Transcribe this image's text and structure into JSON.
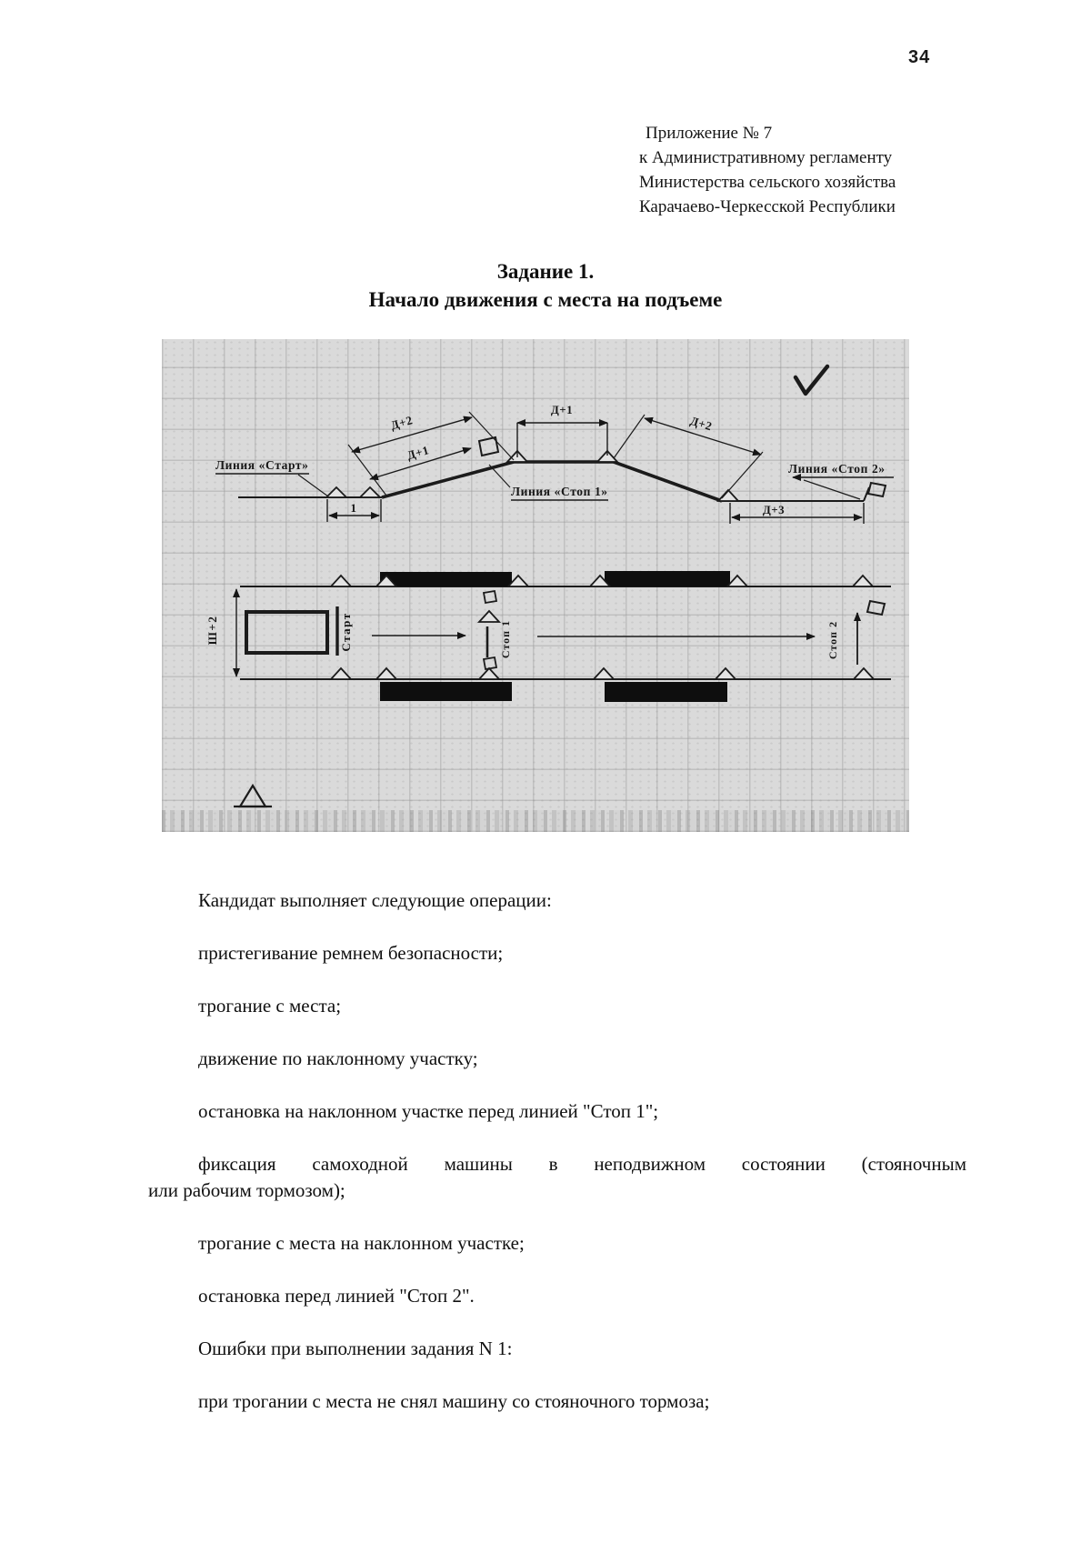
{
  "page": {
    "number": "34"
  },
  "header": {
    "lines": [
      "Приложение № 7",
      "к Административному регламенту",
      "Министерства сельского хозяйства",
      "Карачаево-Черкесской Республики"
    ]
  },
  "title": {
    "line1": "Задание 1.",
    "line2": "Начало движения с места на подъеме"
  },
  "diagram": {
    "description": "Схема упражнения: профиль и план эстакады (начало движения на подъеме)",
    "labels": {
      "line_start": "Линия «Старт»",
      "line_stop1": "Линия «Стоп 1»",
      "line_stop2": "Линия «Стоп 2»",
      "dim_d1": "Д+1",
      "dim_d2": "Д+2",
      "dim_d3": "Д+3",
      "dim_1": "1",
      "dim_w2": "Ш+2",
      "start": "Старт",
      "stop1": "Стоп 1",
      "stop2": "Стоп 2"
    }
  },
  "body": {
    "paragraphs": [
      "Кандидат выполняет следующие операции:",
      "пристегивание ремнем безопасности;",
      "трогание с места;",
      "движение по наклонному участку;",
      "остановка на наклонном участке перед линией \"Стоп 1\";",
      "трогание с места на наклонном участке;",
      "остановка перед линией \"Стоп 2\".",
      "Ошибки при выполнении задания N 1:",
      "при трогании с места не снял машину со стояночного тормоза;"
    ],
    "fixation": {
      "line1": "фиксация  самоходной  машины  в  неподвижном  состоянии  (стояночным",
      "line2": "или рабочим тормозом);"
    }
  }
}
